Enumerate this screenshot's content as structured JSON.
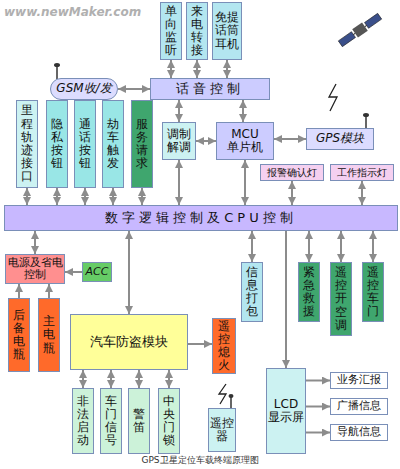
{
  "diagram": {
    "caption": "GPS卫星定位车载终端原理图",
    "nodes": [
      {
        "text": [
          "单向监听"
        ]
      },
      {
        "text": [
          "来电转接"
        ]
      },
      {
        "text": [
          "免提话筒耳机"
        ]
      },
      {
        "text": [
          "GSM收/发"
        ]
      },
      {
        "text": [
          "话音控制"
        ]
      },
      {
        "text": [
          "里程轨迹接口"
        ]
      },
      {
        "text": [
          "隐私按钮"
        ]
      },
      {
        "text": [
          "通话按钮"
        ]
      },
      {
        "text": [
          "劫车触发"
        ]
      },
      {
        "text": [
          "服务请求"
        ]
      },
      {
        "text": [
          "调制解调"
        ]
      },
      {
        "text": [
          "MCU 单片机"
        ]
      },
      {
        "text": [
          "GPS模块"
        ]
      },
      {
        "text": [
          "报警确认灯"
        ]
      },
      {
        "text": [
          "工作指示灯"
        ]
      },
      {
        "text": [
          "数字逻辑控制及CPU控制"
        ]
      },
      {
        "text": [
          "电源及省电控制"
        ]
      },
      {
        "text": [
          "ACC"
        ]
      },
      {
        "text": [
          "信息打包"
        ]
      },
      {
        "text": [
          "紧急救援"
        ]
      },
      {
        "text": [
          "遥控开空调"
        ]
      },
      {
        "text": [
          "遥控车门"
        ]
      },
      {
        "text": [
          "后备电瓶"
        ]
      },
      {
        "text": [
          "主电瓶"
        ]
      },
      {
        "text": [
          "汽车防盗模块"
        ]
      },
      {
        "text": [
          "遥控熄火"
        ]
      },
      {
        "text": [
          "非法启动"
        ]
      },
      {
        "text": [
          "车门信号"
        ]
      },
      {
        "text": [
          "警笛"
        ]
      },
      {
        "text": [
          "中央门锁"
        ]
      },
      {
        "text": [
          "遥控器"
        ]
      },
      {
        "text": [
          "LCD 显示屏"
        ]
      },
      {
        "text": [
          "业务汇报"
        ]
      },
      {
        "text": [
          "广播信息"
        ]
      },
      {
        "text": [
          "导航信息"
        ]
      }
    ],
    "edges": [
      {
        "from": 0,
        "to": 4,
        "arrow": "both"
      },
      {
        "from": 1,
        "to": 4,
        "arrow": "both"
      },
      {
        "from": 2,
        "to": 4,
        "arrow": "both"
      },
      {
        "from": 3,
        "to": 4,
        "arrow": "both"
      },
      {
        "from": 4,
        "to": 10,
        "arrow": "both"
      },
      {
        "from": 4,
        "to": 11,
        "arrow": "both"
      },
      {
        "from": 10,
        "to": 11,
        "arrow": "both"
      },
      {
        "from": 11,
        "to": 12,
        "arrow": "both"
      },
      {
        "from": 5,
        "to": 15,
        "arrow": "both"
      },
      {
        "from": 6,
        "to": 15,
        "arrow": "both"
      },
      {
        "from": 7,
        "to": 15,
        "arrow": "both"
      },
      {
        "from": 8,
        "to": 15,
        "arrow": "both"
      },
      {
        "from": 9,
        "to": 15,
        "arrow": "both"
      },
      {
        "from": 10,
        "to": 15,
        "arrow": "both"
      },
      {
        "from": 11,
        "to": 15,
        "arrow": "both"
      },
      {
        "from": 13,
        "to": 15,
        "arrow": "both"
      },
      {
        "from": 14,
        "to": 15,
        "arrow": "both"
      },
      {
        "from": 15,
        "to": 16,
        "arrow": "both"
      },
      {
        "from": 17,
        "to": 16,
        "arrow": "to"
      },
      {
        "from": 22,
        "to": 16,
        "arrow": "to"
      },
      {
        "from": 23,
        "to": 16,
        "arrow": "to"
      },
      {
        "from": 15,
        "to": 24,
        "arrow": "both"
      },
      {
        "from": 24,
        "to": 25,
        "arrow": "to"
      },
      {
        "from": 15,
        "to": 18,
        "arrow": "both"
      },
      {
        "from": 15,
        "to": 19,
        "arrow": "both"
      },
      {
        "from": 15,
        "to": 20,
        "arrow": "both"
      },
      {
        "from": 15,
        "to": 21,
        "arrow": "both"
      },
      {
        "from": 24,
        "to": 26,
        "arrow": "both"
      },
      {
        "from": 24,
        "to": 27,
        "arrow": "both"
      },
      {
        "from": 24,
        "to": 28,
        "arrow": "both"
      },
      {
        "from": 24,
        "to": 29,
        "arrow": "both"
      },
      {
        "from": 15,
        "to": 31,
        "arrow": "to"
      },
      {
        "from": 31,
        "to": 32,
        "arrow": "to"
      },
      {
        "from": 31,
        "to": 33,
        "arrow": "to"
      },
      {
        "from": 31,
        "to": 34,
        "arrow": "to"
      }
    ],
    "labels": [
      "www.newMaker.com"
    ]
  }
}
